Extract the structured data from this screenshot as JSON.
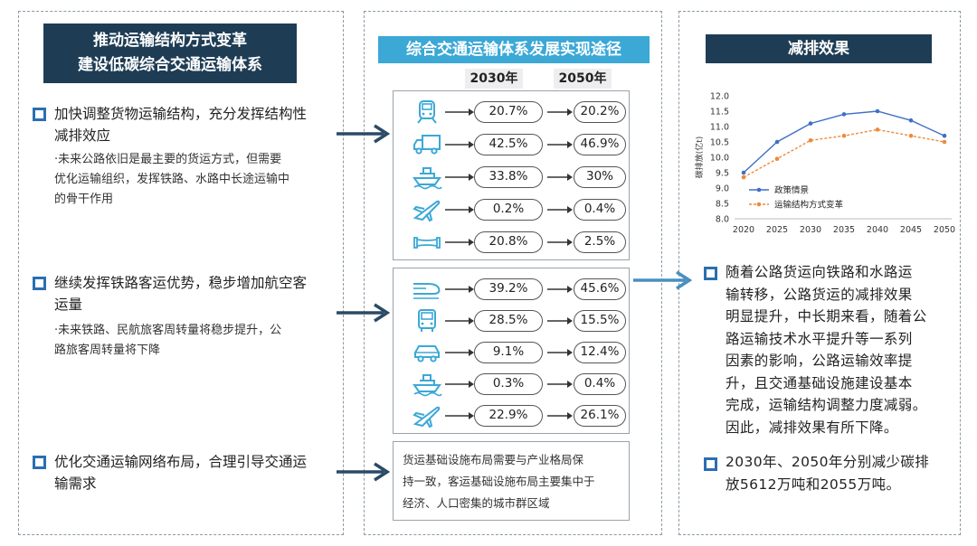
{
  "left": {
    "title_line1": "推动运输结构方式变革",
    "title_line2": "建设低碳综合交通运输体系",
    "points": [
      {
        "line1": "加快调整货物运输结构，充分发挥结构性",
        "line2": "减排效应",
        "sub": [
          "·未来公路依旧是最主要的货运方式，但需要",
          "优化运输组织，发挥铁路、水路中长途运输中",
          "的骨干作用"
        ]
      },
      {
        "line1": "继续发挥铁路客运优势，稳步增加航空客",
        "line2": "运量",
        "sub": [
          "·未来铁路、民航旅客周转量将稳步提升，公",
          "路旅客周转量将下降"
        ]
      },
      {
        "line1": "优化交通运输网络布局，合理引导交通运",
        "line2": "输需求",
        "sub": []
      }
    ]
  },
  "middle": {
    "title": "综合交通运输体系发展实现途径",
    "year1": "2030年",
    "year2": "2050年",
    "freight": [
      {
        "icon": "train-icon",
        "v2030": "20.7%",
        "v2050": "20.2%"
      },
      {
        "icon": "truck-icon",
        "v2030": "42.5%",
        "v2050": "46.9%"
      },
      {
        "icon": "ship-icon",
        "v2030": "33.8%",
        "v2050": "30%"
      },
      {
        "icon": "airplane-icon",
        "v2030": "0.2%",
        "v2050": "0.4%"
      },
      {
        "icon": "pipeline-icon",
        "v2030": "20.8%",
        "v2050": "2.5%"
      }
    ],
    "passenger": [
      {
        "icon": "high-speed-train-icon",
        "v2030": "39.2%",
        "v2050": "45.6%"
      },
      {
        "icon": "bus-icon",
        "v2030": "28.5%",
        "v2050": "15.5%"
      },
      {
        "icon": "car-icon",
        "v2030": "9.1%",
        "v2050": "12.4%"
      },
      {
        "icon": "ship-icon",
        "v2030": "0.3%",
        "v2050": "0.4%"
      },
      {
        "icon": "airplane-icon",
        "v2030": "22.9%",
        "v2050": "26.1%"
      }
    ],
    "note": [
      "货运基础设施布局需要与产业格局保",
      "持一致，客运基础设施布局主要集中于",
      "经济、人口密集的城市群区域"
    ]
  },
  "right": {
    "title": "减排效果",
    "result1": [
      "随着公路货运向铁路和水路运",
      "输转移，公路货运的减排效果",
      "明显提升，中长期来看，随着公",
      "路运输技术水平提升等一系列",
      "因素的影响，公路运输效率提",
      "升，且交通基础设施建设基本",
      "完成，运输结构调整力度减弱。",
      "因此，减排效果有所下降。"
    ],
    "result2": [
      "2030年、2050年分别减少碳排",
      "放5612万吨和2055万吨。"
    ]
  },
  "chart_data": {
    "type": "line",
    "x": [
      2020,
      2025,
      2030,
      2035,
      2040,
      2045,
      2050
    ],
    "ylabel": "碳排放(亿t)",
    "ylim": [
      8.0,
      12.0
    ],
    "yticks": [
      8.0,
      8.5,
      9.0,
      9.5,
      10.0,
      10.5,
      11.0,
      11.5,
      12.0
    ],
    "legend_position": "bottom-left",
    "series": [
      {
        "name": "政策情景",
        "color": "#3f6fc6",
        "style": "solid",
        "values": [
          9.5,
          10.5,
          11.1,
          11.4,
          11.5,
          11.2,
          10.7
        ]
      },
      {
        "name": "运输结构方式变革",
        "color": "#ee8a3c",
        "style": "dashed",
        "values": [
          9.35,
          9.95,
          10.55,
          10.7,
          10.9,
          10.7,
          10.5
        ]
      }
    ]
  },
  "colors": {
    "dark_navy": "#1e3d55",
    "cyan": "#3ba8d6",
    "square_blue": "#2b6fb0",
    "arrow_navy": "#2a4a66",
    "arrow_blue": "#4a8fc0"
  }
}
